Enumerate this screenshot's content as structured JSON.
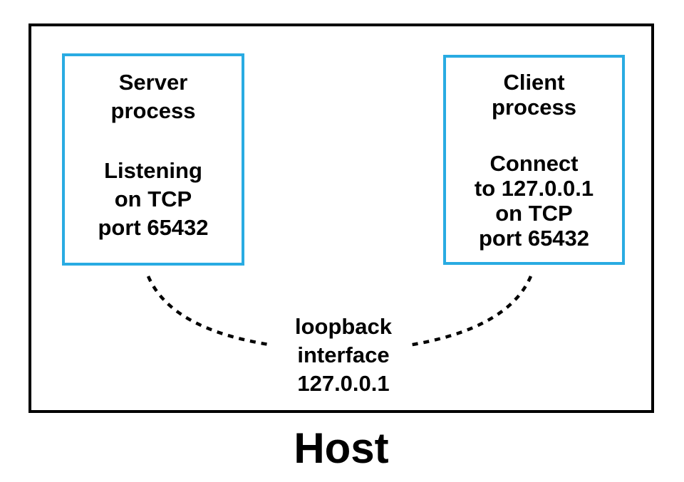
{
  "diagram": {
    "host_label": "Host",
    "server_box": {
      "lines": [
        "Server",
        "process",
        "",
        "Listening",
        "on TCP",
        "port 65432"
      ]
    },
    "client_box": {
      "lines": [
        "Client",
        "process",
        "",
        "Connect",
        "to 127.0.0.1",
        "on TCP",
        "port 65432"
      ]
    },
    "loopback_label": {
      "lines": [
        "loopback",
        "interface",
        "127.0.0.1"
      ]
    },
    "colors": {
      "background": "#FFFFFF",
      "text": "#000000",
      "host_border": "#000000",
      "process_box_border": "#29ABE2"
    }
  }
}
